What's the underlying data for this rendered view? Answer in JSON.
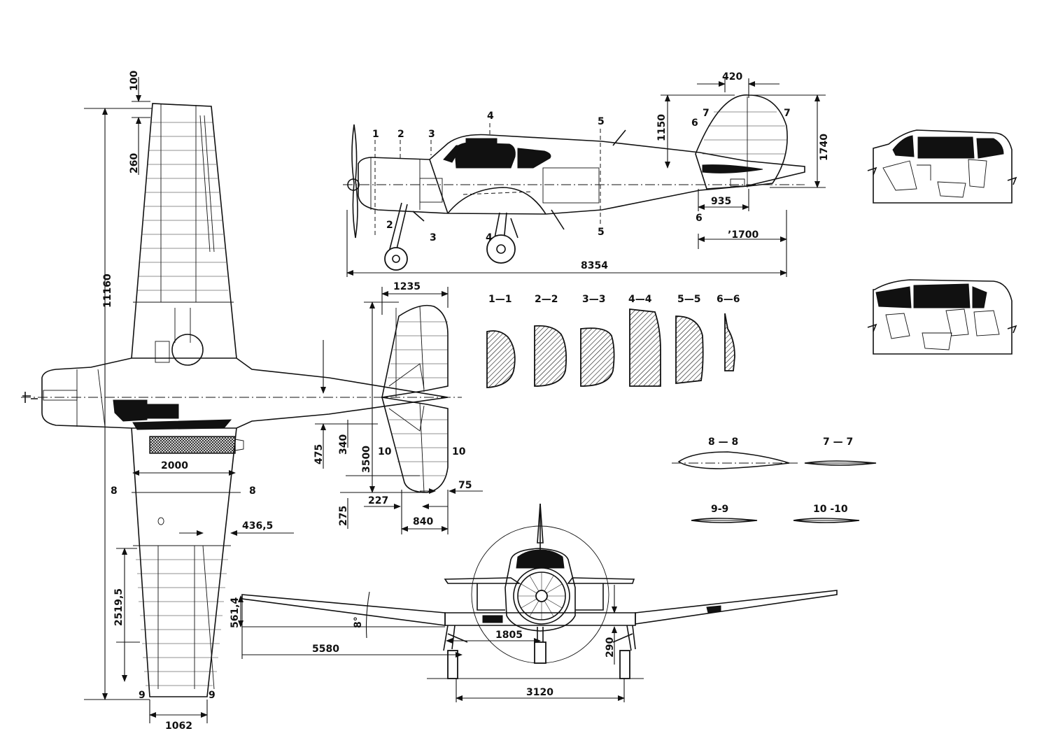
{
  "dimensions": {
    "d100": "100",
    "d260": "260",
    "d11160": "11160",
    "d420": "420",
    "d1150": "1150",
    "d1740": "1740",
    "d935": "935",
    "d1700": "ʼ1700",
    "d8354": "8354",
    "d1235": "1235",
    "d475": "475",
    "d340": "340",
    "d3500": "3500",
    "d275": "275",
    "d227": "227",
    "d75": "75",
    "d840": "840",
    "d2000": "2000",
    "d436_5": "436,5",
    "d2519_5": "2519,5",
    "d561_4": "561,4",
    "d8deg": "8°",
    "d5580": "5580",
    "d1805": "1805",
    "d290": "290",
    "d3120": "3120",
    "d1062": "1062"
  },
  "section_markers": {
    "s1": "1",
    "s2": "2",
    "s3": "3",
    "s4": "4",
    "s5": "5",
    "s6": "6",
    "s7": "7",
    "s8": "8",
    "s9": "9",
    "s10": "10"
  },
  "sections": {
    "sec11": "1—1",
    "sec22": "2—2",
    "sec33": "3—3",
    "sec44": "4—4",
    "sec55": "5—5",
    "sec66": "6—6",
    "sec88": "8 — 8",
    "sec77": "7 — 7",
    "sec99": "9-9",
    "sec1010": "10 -10"
  }
}
